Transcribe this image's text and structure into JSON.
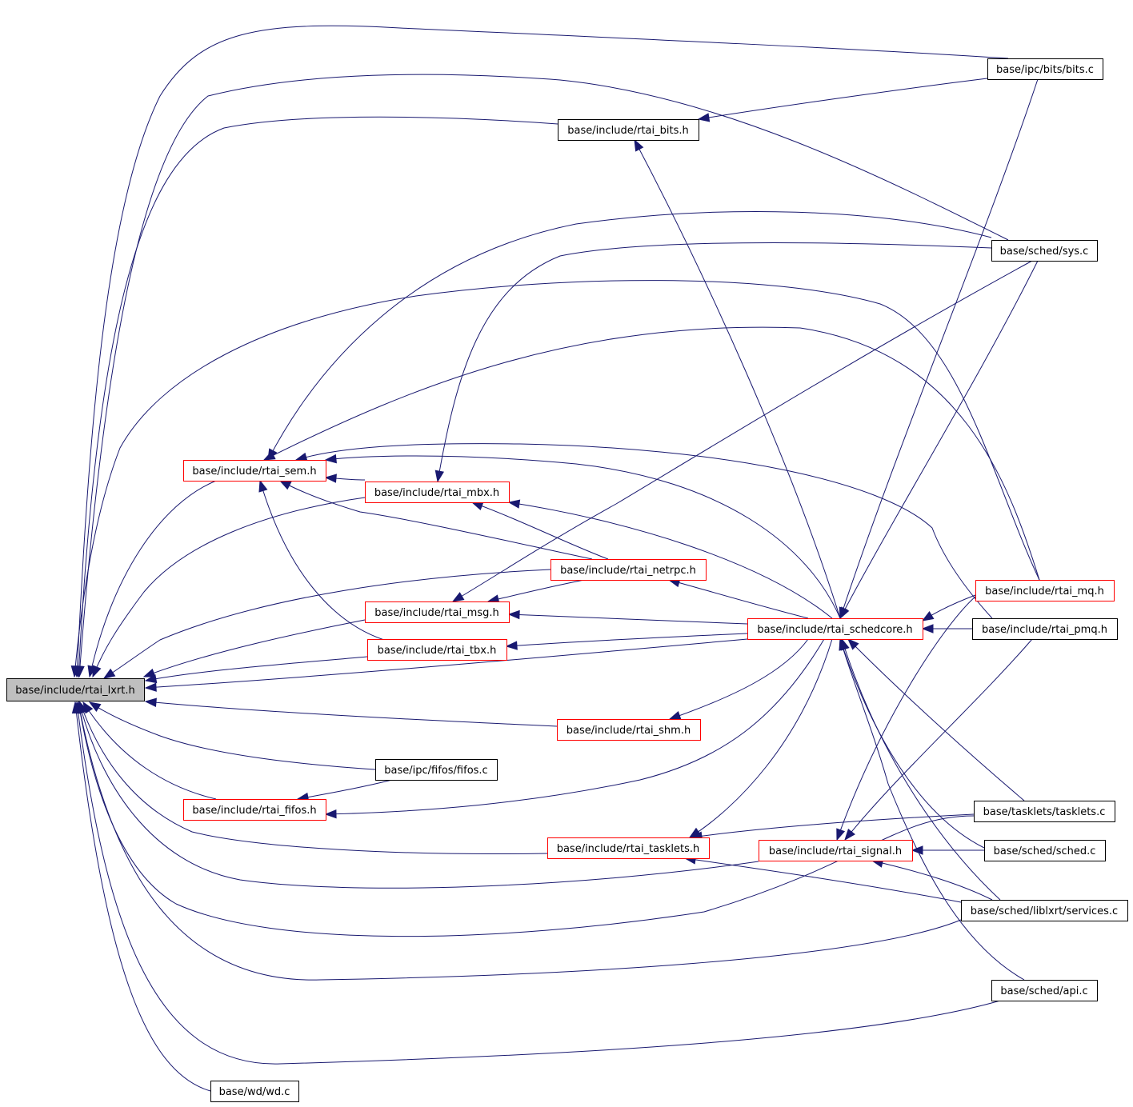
{
  "colors": {
    "edge": "#191970",
    "root_fill": "#bfbfbf",
    "plain_border": "#000000",
    "linked_border": "#ff0000"
  },
  "nodes": {
    "lxrt": {
      "label": "base/include/rtai_lxrt.h",
      "kind": "root"
    },
    "bitsc": {
      "label": "base/ipc/bits/bits.c",
      "kind": "plain"
    },
    "bitsh": {
      "label": "base/include/rtai_bits.h",
      "kind": "plain"
    },
    "sysc": {
      "label": "base/sched/sys.c",
      "kind": "plain"
    },
    "sem": {
      "label": "base/include/rtai_sem.h",
      "kind": "linked"
    },
    "mbx": {
      "label": "base/include/rtai_mbx.h",
      "kind": "linked"
    },
    "netrpc": {
      "label": "base/include/rtai_netrpc.h",
      "kind": "linked"
    },
    "mq": {
      "label": "base/include/rtai_mq.h",
      "kind": "linked"
    },
    "msg": {
      "label": "base/include/rtai_msg.h",
      "kind": "linked"
    },
    "schedcore": {
      "label": "base/include/rtai_schedcore.h",
      "kind": "linked"
    },
    "pmq": {
      "label": "base/include/rtai_pmq.h",
      "kind": "plain"
    },
    "tbx": {
      "label": "base/include/rtai_tbx.h",
      "kind": "linked"
    },
    "shm": {
      "label": "base/include/rtai_shm.h",
      "kind": "linked"
    },
    "fifosc": {
      "label": "base/ipc/fifos/fifos.c",
      "kind": "plain"
    },
    "fifos": {
      "label": "base/include/rtai_fifos.h",
      "kind": "linked"
    },
    "taskletsc": {
      "label": "base/tasklets/tasklets.c",
      "kind": "plain"
    },
    "tasklets": {
      "label": "base/include/rtai_tasklets.h",
      "kind": "linked"
    },
    "signal": {
      "label": "base/include/rtai_signal.h",
      "kind": "linked"
    },
    "schedc": {
      "label": "base/sched/sched.c",
      "kind": "plain"
    },
    "services": {
      "label": "base/sched/liblxrt/services.c",
      "kind": "plain"
    },
    "apic": {
      "label": "base/sched/api.c",
      "kind": "plain"
    },
    "wdc": {
      "label": "base/wd/wd.c",
      "kind": "plain"
    }
  },
  "edges": [
    {
      "from": "bitsc",
      "to": "lxrt"
    },
    {
      "from": "bitsh",
      "to": "lxrt"
    },
    {
      "from": "sysc",
      "to": "lxrt"
    },
    {
      "from": "sem",
      "to": "lxrt"
    },
    {
      "from": "mbx",
      "to": "lxrt"
    },
    {
      "from": "netrpc",
      "to": "lxrt"
    },
    {
      "from": "msg",
      "to": "lxrt"
    },
    {
      "from": "tbx",
      "to": "lxrt"
    },
    {
      "from": "schedcore",
      "to": "lxrt"
    },
    {
      "from": "shm",
      "to": "lxrt"
    },
    {
      "from": "fifosc",
      "to": "lxrt"
    },
    {
      "from": "fifos",
      "to": "lxrt"
    },
    {
      "from": "tasklets",
      "to": "lxrt"
    },
    {
      "from": "signal",
      "to": "lxrt"
    },
    {
      "from": "mq",
      "to": "lxrt"
    },
    {
      "from": "taskletsc",
      "to": "lxrt"
    },
    {
      "from": "services",
      "to": "lxrt"
    },
    {
      "from": "apic",
      "to": "lxrt"
    },
    {
      "from": "wdc",
      "to": "lxrt"
    },
    {
      "from": "bitsc",
      "to": "bitsh"
    },
    {
      "from": "schedcore",
      "to": "bitsh"
    },
    {
      "from": "sysc",
      "to": "sem"
    },
    {
      "from": "mq",
      "to": "sem"
    },
    {
      "from": "mbx",
      "to": "sem"
    },
    {
      "from": "netrpc",
      "to": "sem"
    },
    {
      "from": "schedcore",
      "to": "sem"
    },
    {
      "from": "pmq",
      "to": "sem"
    },
    {
      "from": "tbx",
      "to": "sem"
    },
    {
      "from": "sysc",
      "to": "mbx"
    },
    {
      "from": "netrpc",
      "to": "mbx"
    },
    {
      "from": "schedcore",
      "to": "mbx"
    },
    {
      "from": "schedcore",
      "to": "netrpc"
    },
    {
      "from": "netrpc",
      "to": "msg"
    },
    {
      "from": "sysc",
      "to": "msg"
    },
    {
      "from": "schedcore",
      "to": "msg"
    },
    {
      "from": "schedcore",
      "to": "tbx"
    },
    {
      "from": "schedcore",
      "to": "shm"
    },
    {
      "from": "fifosc",
      "to": "fifos"
    },
    {
      "from": "schedcore",
      "to": "fifos"
    },
    {
      "from": "schedcore",
      "to": "tasklets"
    },
    {
      "from": "taskletsc",
      "to": "tasklets"
    },
    {
      "from": "services",
      "to": "tasklets"
    },
    {
      "from": "bitsc",
      "to": "schedcore"
    },
    {
      "from": "sysc",
      "to": "schedcore"
    },
    {
      "from": "mq",
      "to": "schedcore"
    },
    {
      "from": "pmq",
      "to": "schedcore"
    },
    {
      "from": "taskletsc",
      "to": "schedcore"
    },
    {
      "from": "schedc",
      "to": "schedcore"
    },
    {
      "from": "services",
      "to": "schedcore"
    },
    {
      "from": "apic",
      "to": "schedcore"
    },
    {
      "from": "schedc",
      "to": "signal"
    },
    {
      "from": "services",
      "to": "signal"
    },
    {
      "from": "mq",
      "to": "signal"
    },
    {
      "from": "pmq",
      "to": "signal"
    }
  ]
}
